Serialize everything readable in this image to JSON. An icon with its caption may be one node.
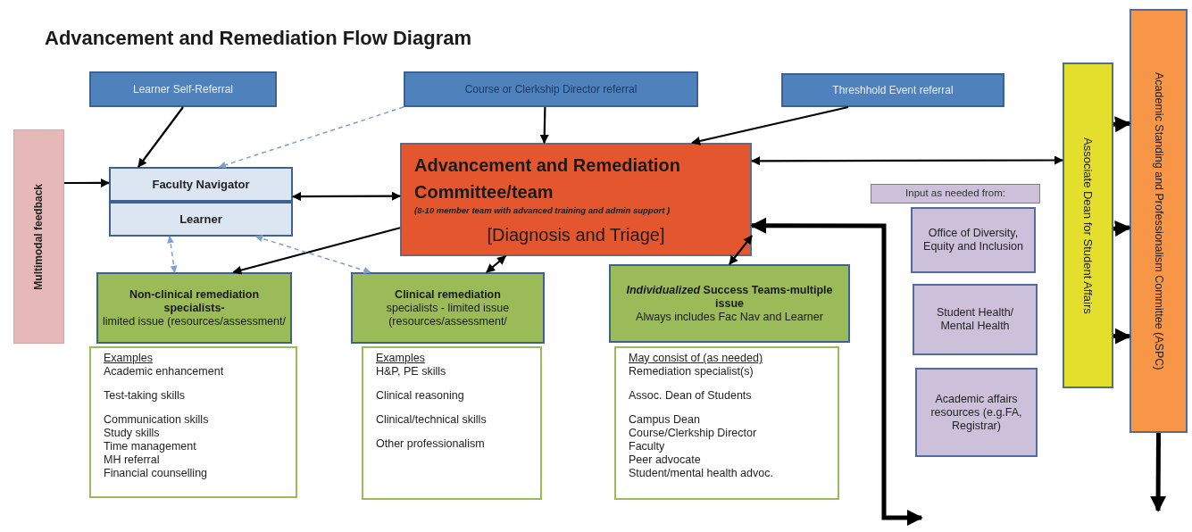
{
  "diagram": {
    "title": "Advancement and Remediation Flow Diagram",
    "nodes": [
      {
        "text": [
          "Learner Self-Referral"
        ]
      },
      {
        "text": [
          "Course or Clerkship Director referral"
        ]
      },
      {
        "text": [
          "Threshhold Event referral"
        ]
      },
      {
        "text": [
          "Multimodal feedback"
        ]
      },
      {
        "text": [
          "Faculty Navigator"
        ]
      },
      {
        "text": [
          "Learner"
        ]
      },
      {
        "text": [
          "Advancement and Remediation Committee/team",
          "(8-10 member team with advanced training and admin support )",
          "[Diagnosis and Triage]"
        ]
      },
      {
        "text": [
          "Non-clinical remediation specialists-",
          "limited issue (resources/assessment/"
        ]
      },
      {
        "text": [
          "Examples",
          "Academic enhancement",
          "Test-taking skills",
          "Communication skills",
          "Study skills",
          "Time management",
          "MH referral",
          "Financial counselling"
        ]
      },
      {
        "text": [
          "Clinical remediation",
          "specialists - limited issue (resources/assessment/"
        ]
      },
      {
        "text": [
          "Examples",
          "H&P, PE skills",
          "Clinical reasoning",
          "Clinical/technical skills",
          "Other professionalism"
        ]
      },
      {
        "text": [
          "*Individualized* **Success Teams-**multiple issue",
          "Always includes Fac Nav and Learner"
        ]
      },
      {
        "text": [
          "May consist of (as needed)",
          "Remediation specialist(s)",
          "Assoc. Dean of Students",
          "Campus Dean",
          "Course/Clerkship Director",
          "Faculty",
          "Peer advocate",
          "Student/mental health advoc."
        ]
      },
      {
        "text": [
          "Input as needed from:"
        ]
      },
      {
        "text": [
          "Office of Diversity, Equity and Inclusion"
        ]
      },
      {
        "text": [
          "Student Health/ Mental Health"
        ]
      },
      {
        "text": [
          "Academic affairs resources (e.g.FA, Registrar)"
        ]
      },
      {
        "text": [
          "Associate Dean for Student Affairs"
        ]
      },
      {
        "text": [
          "Academic Standing and Professionalism Committee (ASPC)"
        ]
      }
    ],
    "edges": [
      {
        "from": 0,
        "to": 4,
        "arrow": "to"
      },
      {
        "from": 1,
        "to": 6,
        "arrow": "to"
      },
      {
        "from": 2,
        "to": 6,
        "arrow": "to"
      },
      {
        "from": 1,
        "to": 4,
        "arrow": "to",
        "style": "dashed",
        "color": "#7f9fd0"
      },
      {
        "from": 3,
        "to": 4,
        "arrow": "to"
      },
      {
        "from": 6,
        "to": 4,
        "arrow": "both"
      },
      {
        "from": 6,
        "to": 7,
        "arrow": "to"
      },
      {
        "from": 7,
        "to": 5,
        "arrow": "both",
        "style": "dashed",
        "color": "#7f9fd0"
      },
      {
        "from": 5,
        "to": 9,
        "arrow": "both",
        "style": "dashed",
        "color": "#7f9fd0"
      },
      {
        "from": 6,
        "to": 9,
        "arrow": "both"
      },
      {
        "from": 6,
        "to": 11,
        "arrow": "both"
      },
      {
        "from": 17,
        "to": 6,
        "arrow": "both"
      },
      {
        "from": 6,
        "to": null,
        "arrow": "both",
        "style": "thick"
      },
      {
        "from": 17,
        "to": 18,
        "arrow": "to",
        "style": "thick"
      },
      {
        "from": 17,
        "to": 18,
        "arrow": "to",
        "style": "thick"
      },
      {
        "from": 17,
        "to": 18,
        "arrow": "to",
        "style": "thick"
      },
      {
        "from": 18,
        "to": null,
        "arrow": "to",
        "style": "thick"
      }
    ]
  }
}
